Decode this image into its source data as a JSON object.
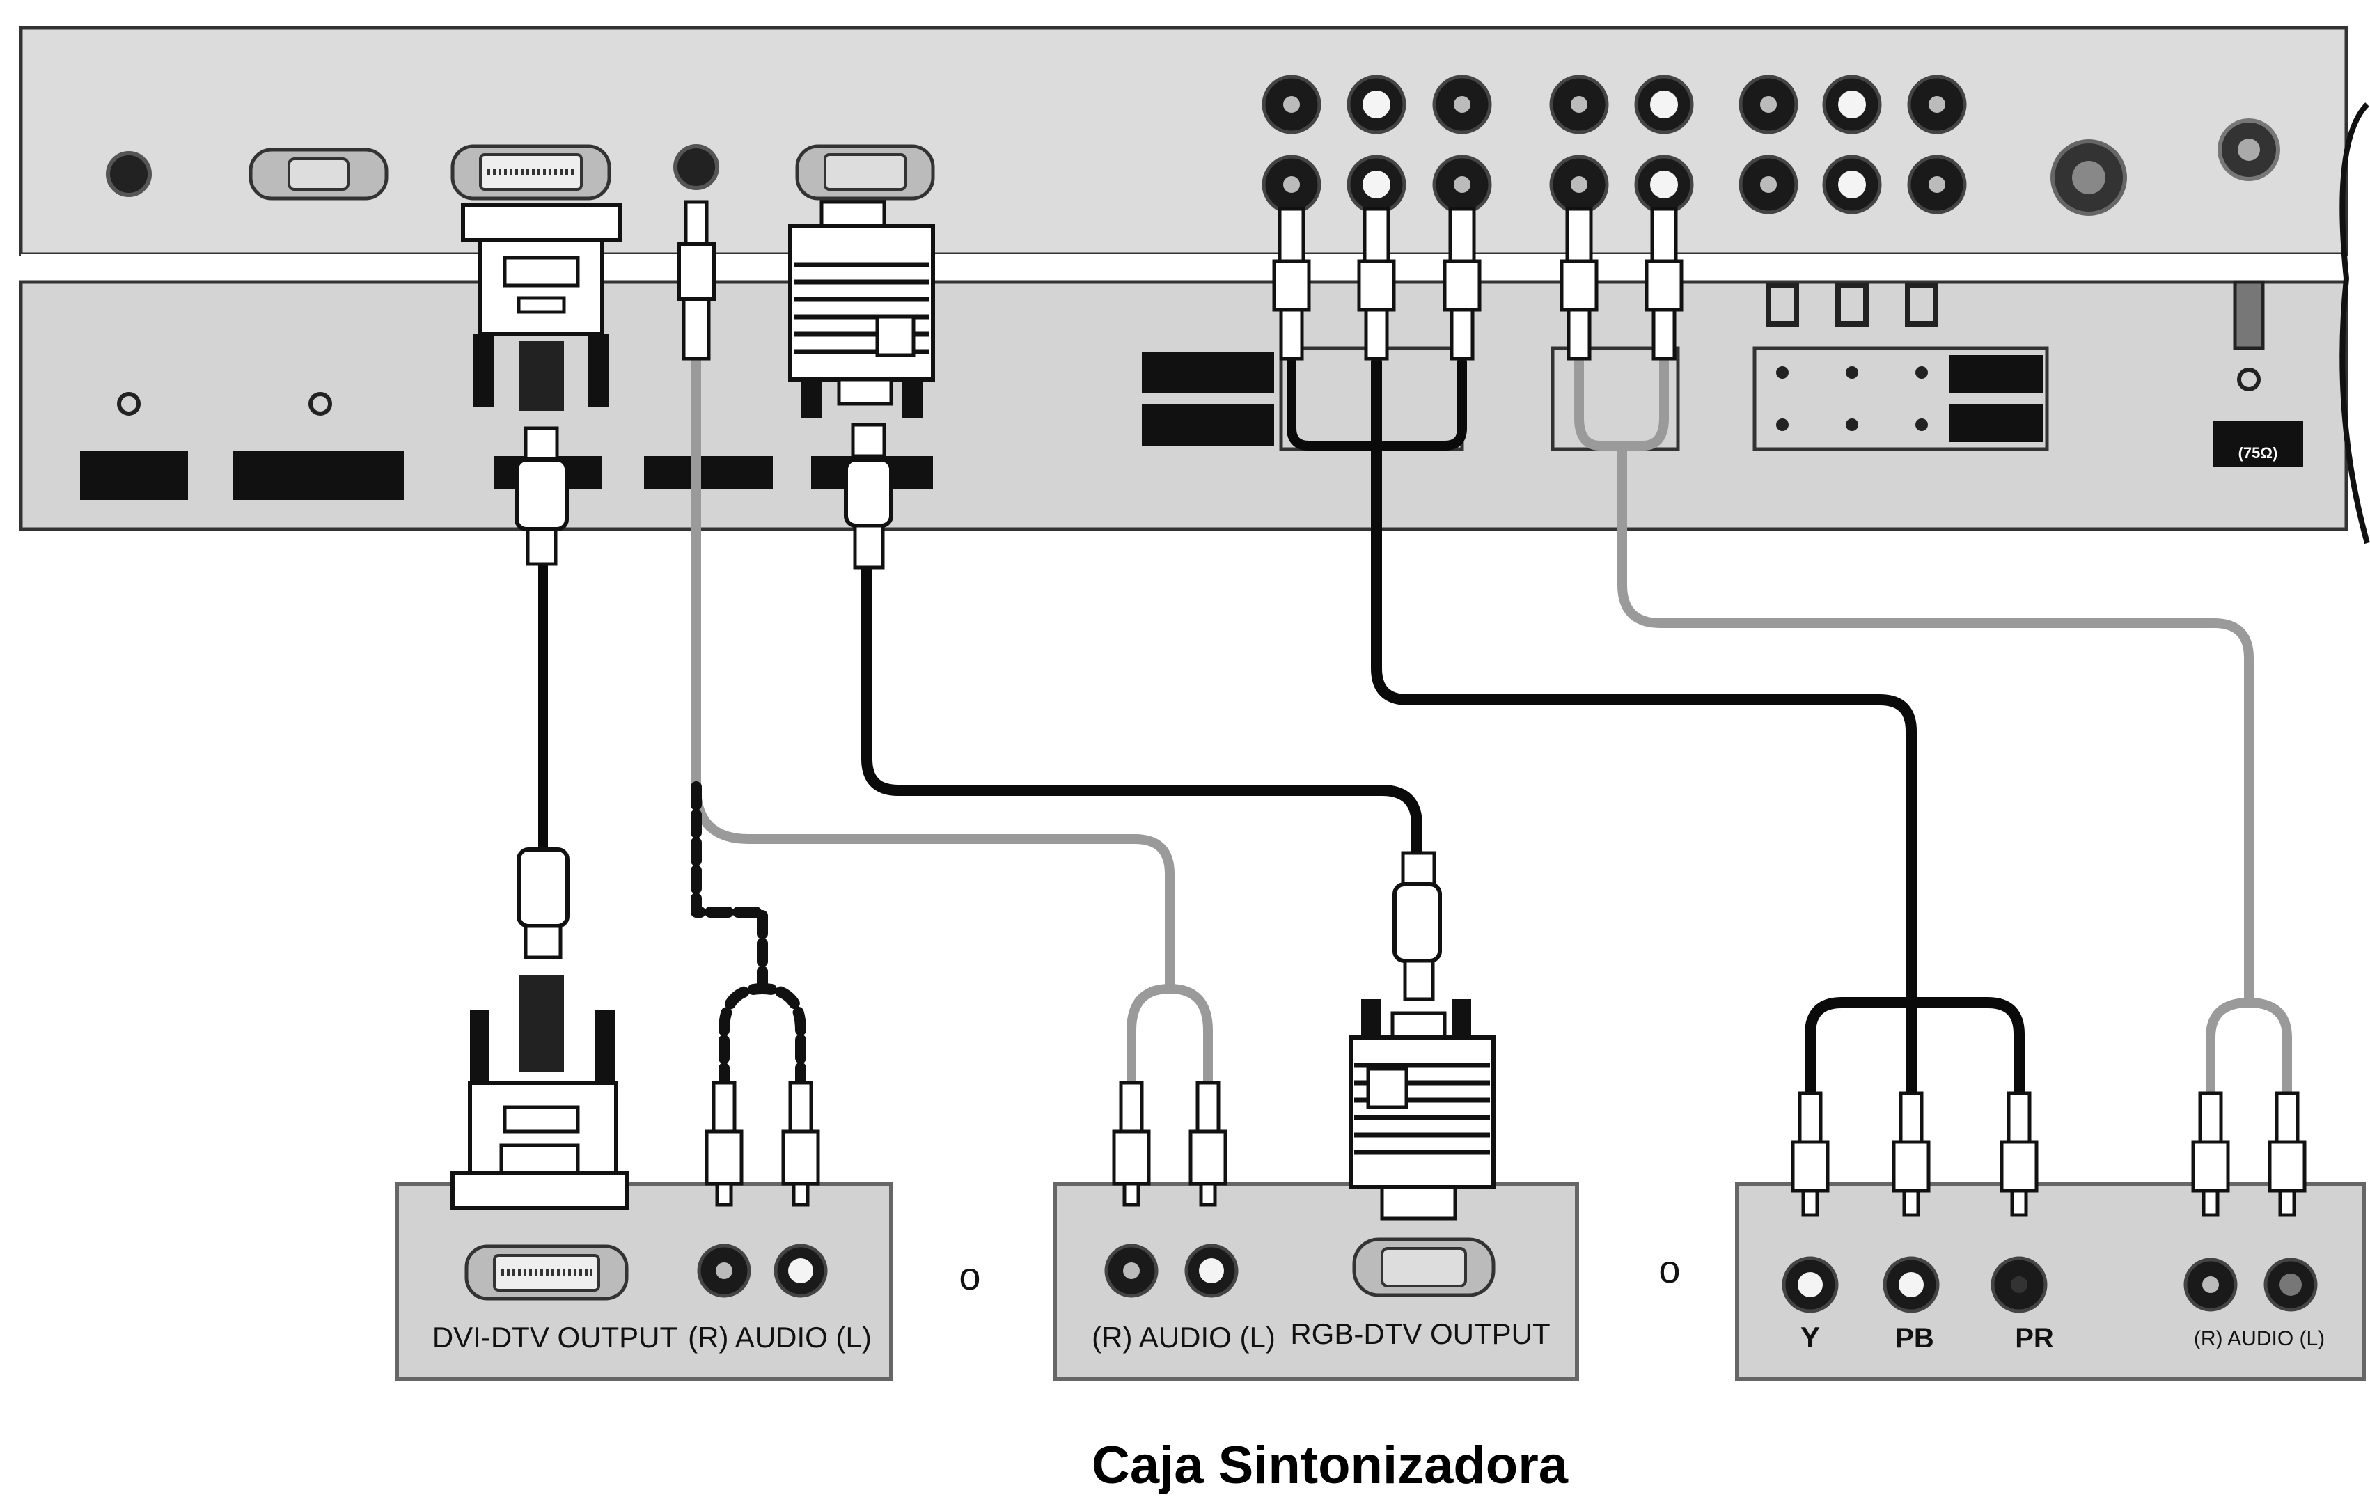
{
  "title": "Caja Sintonizadora",
  "separator": "o",
  "tv_panel": {
    "port_labels": {
      "antenna_impedance": "(75Ω)"
    }
  },
  "boxes": [
    {
      "id": "box-dvi",
      "labels": {
        "video": "DVI-DTV OUTPUT",
        "audio": "(R) AUDIO (L)"
      }
    },
    {
      "id": "box-rgb",
      "labels": {
        "audio": "(R) AUDIO (L)",
        "video": "RGB-DTV OUTPUT"
      }
    },
    {
      "id": "box-component",
      "labels": {
        "y": "Y",
        "pb": "PB",
        "pr": "PR",
        "audio": "(R) AUDIO (L)"
      }
    }
  ],
  "colors": {
    "panel": "#dcdcdc",
    "panel_lower": "#d4d4d4",
    "box": "#d2d2d2",
    "black_cable": "#0a0a0a",
    "grey_cable": "#9a9a9a",
    "label_plate": "#111111"
  }
}
